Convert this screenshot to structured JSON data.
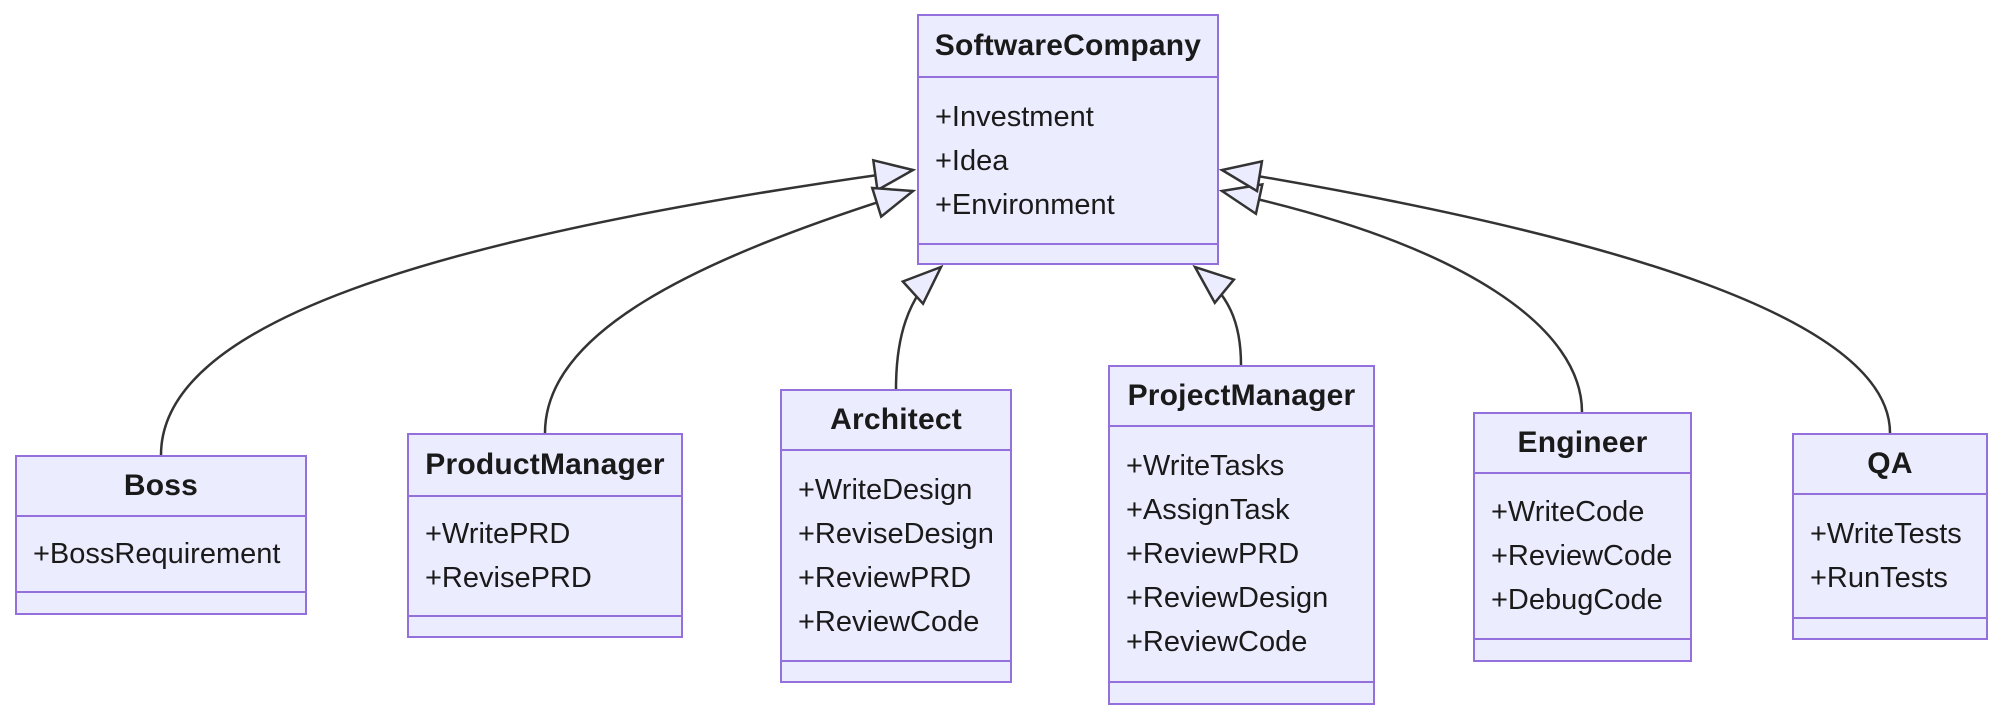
{
  "diagram": {
    "kind": "uml-class-diagram",
    "relationship_type": "inheritance",
    "colors": {
      "node_fill": "#ECECFF",
      "node_border": "#9370DB",
      "edge_line": "#333333",
      "arrowhead_fill": "#ECECFF",
      "text": "#1a1a1a",
      "background": "#ffffff"
    }
  },
  "classes": [
    {
      "name": "SoftwareCompany",
      "attributes": [
        "+Investment",
        "+Idea",
        "+Environment"
      ]
    },
    {
      "name": "Boss",
      "attributes": [
        "+BossRequirement"
      ]
    },
    {
      "name": "ProductManager",
      "attributes": [
        "+WritePRD",
        "+RevisePRD"
      ]
    },
    {
      "name": "Architect",
      "attributes": [
        "+WriteDesign",
        "+ReviseDesign",
        "+ReviewPRD",
        "+ReviewCode"
      ]
    },
    {
      "name": "ProjectManager",
      "attributes": [
        "+WriteTasks",
        "+AssignTask",
        "+ReviewPRD",
        "+ReviewDesign",
        "+ReviewCode"
      ]
    },
    {
      "name": "Engineer",
      "attributes": [
        "+WriteCode",
        "+ReviewCode",
        "+DebugCode"
      ]
    },
    {
      "name": "QA",
      "attributes": [
        "+WriteTests",
        "+RunTests"
      ]
    }
  ],
  "relationships": [
    {
      "from": "Boss",
      "to": "SoftwareCompany",
      "type": "inheritance"
    },
    {
      "from": "ProductManager",
      "to": "SoftwareCompany",
      "type": "inheritance"
    },
    {
      "from": "Architect",
      "to": "SoftwareCompany",
      "type": "inheritance"
    },
    {
      "from": "ProjectManager",
      "to": "SoftwareCompany",
      "type": "inheritance"
    },
    {
      "from": "Engineer",
      "to": "SoftwareCompany",
      "type": "inheritance"
    },
    {
      "from": "QA",
      "to": "SoftwareCompany",
      "type": "inheritance"
    }
  ]
}
